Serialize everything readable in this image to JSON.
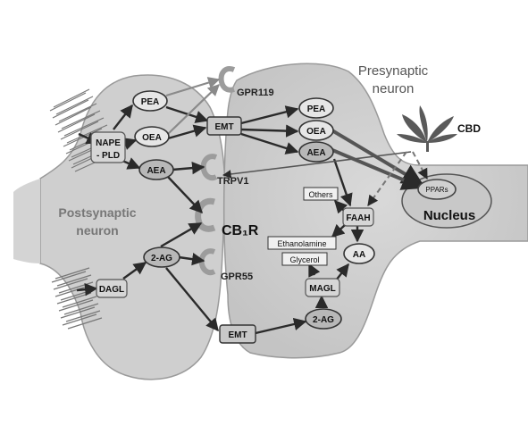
{
  "labels": {
    "presynaptic": [
      "Presynaptic",
      "neuron"
    ],
    "postsynaptic": [
      "Postsynaptic",
      "neuron"
    ],
    "nucleus": "Nucleus"
  },
  "molecules": {
    "pea_post": "PEA",
    "oea_post": "OEA",
    "aea_post": "AEA",
    "two_ag_post": "2-AG",
    "pea_pre": "PEA",
    "oea_pre": "OEA",
    "aea_pre": "AEA",
    "two_ag_pre": "2-AG",
    "aa": "AA"
  },
  "enzymes": {
    "nape_pld": [
      "NAPE",
      "- PLD"
    ],
    "dagl": "DAGL",
    "emt_top": "EMT",
    "emt_bottom": "EMT",
    "faah": "FAAH",
    "magl": "MAGL",
    "ppars": "PPARs"
  },
  "receptors": {
    "gpr119": "GPR119",
    "trpv1": "TRPV1",
    "cb1r": "CB₁R",
    "gpr55": "GPR55"
  },
  "products": {
    "others": "Others",
    "ethanolamine": "Ethanolamine",
    "glycerol": "Glycerol"
  },
  "cbd": "CBD"
}
